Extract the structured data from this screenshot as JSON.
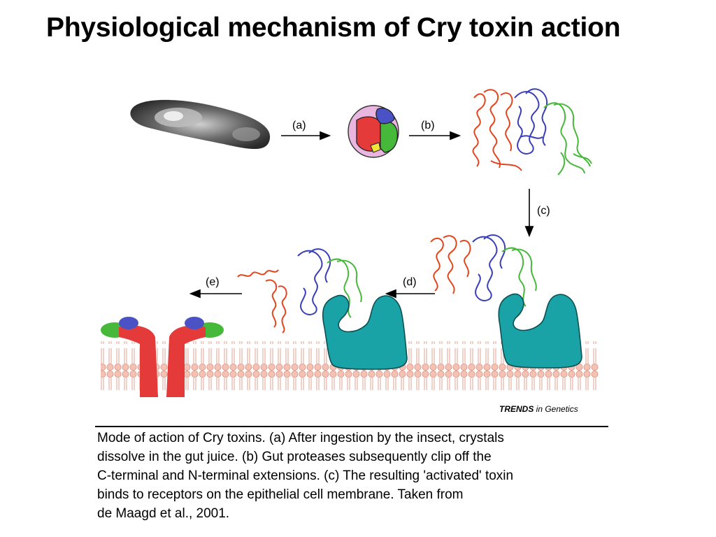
{
  "slide": {
    "title": "Physiological mechanism of Cry toxin action"
  },
  "figure": {
    "steps": {
      "a": "(a)",
      "b": "(b)",
      "c": "(c)",
      "d": "(d)",
      "e": "(e)"
    },
    "credit_italic": "TRENDS",
    "credit_rest": " in Genetics",
    "colors": {
      "domain_i": "#e0461e",
      "domain_ii": "#3a3fb8",
      "domain_iii": "#46b83a",
      "receptor": "#1aa3a6",
      "pore": "#e43a3a",
      "membrane": "#f2b8a8",
      "crystal_shell": "#e9b6e0"
    }
  },
  "caption": {
    "lines": [
      "Mode of action of Cry toxins. (a) After ingestion by the insect, crystals",
      "dissolve in the gut juice.  (b) Gut proteases subsequently clip off the",
      "C-terminal and N-terminal extensions. (c) The resulting 'activated' toxin",
      "binds to receptors on the epithelial cell membrane.  Taken from",
      "de Maagd et al., 2001."
    ]
  }
}
